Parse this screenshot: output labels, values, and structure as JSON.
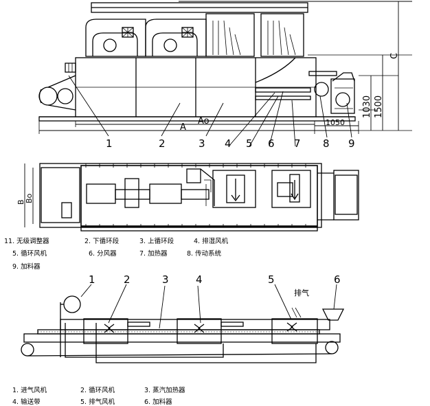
{
  "top_view": {
    "numbers": [
      "1",
      "2",
      "3",
      "4",
      "5",
      "6",
      "7",
      "8",
      "9"
    ],
    "dims": {
      "Ao": "Ao",
      "A": "A",
      "d1050": "1050",
      "d1030": "1030",
      "d1500": "1500",
      "C": "C"
    }
  },
  "plan_view": {
    "dims": {
      "B": "B",
      "Bo": "Bo"
    }
  },
  "legend1": {
    "items": [
      "11. 无级调整器",
      "2. 下循环段",
      "3. 上循环段",
      "4. 排湿风机",
      "5. 循环风机",
      "6. 分风器",
      "7. 加热器",
      "8. 传动系统",
      "9. 加料器"
    ]
  },
  "flow_view": {
    "numbers": [
      "1",
      "2",
      "3",
      "4",
      "5",
      "6"
    ],
    "exhaust": "排气"
  },
  "legend2": {
    "items": [
      "1. 进气风机",
      "2. 循环风机",
      "3. 蒸汽加热器",
      "4. 输送带",
      "5. 排气风机",
      "6. 加料器"
    ]
  },
  "colors": {
    "line": "#000000",
    "background": "#ffffff"
  }
}
